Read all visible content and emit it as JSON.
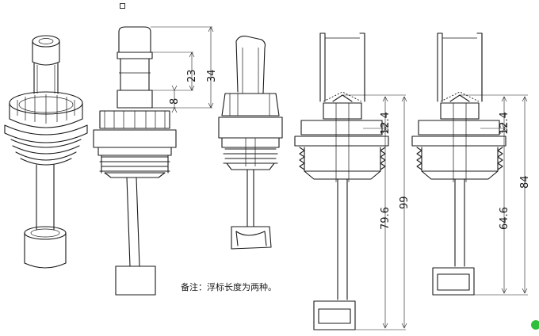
{
  "note": "备注：浮标长度为两种。",
  "dimensions": {
    "side_total": "34",
    "side_upper": "23",
    "side_lower": "8",
    "sectionA_top": "12.4",
    "sectionA_float": "79.6",
    "sectionA_total": "99",
    "sectionB_top": "12.4",
    "sectionB_float": "64.6",
    "sectionB_total": "84"
  },
  "colors": {
    "line": "#1a1a1a",
    "badge": "#2fbf3a"
  }
}
